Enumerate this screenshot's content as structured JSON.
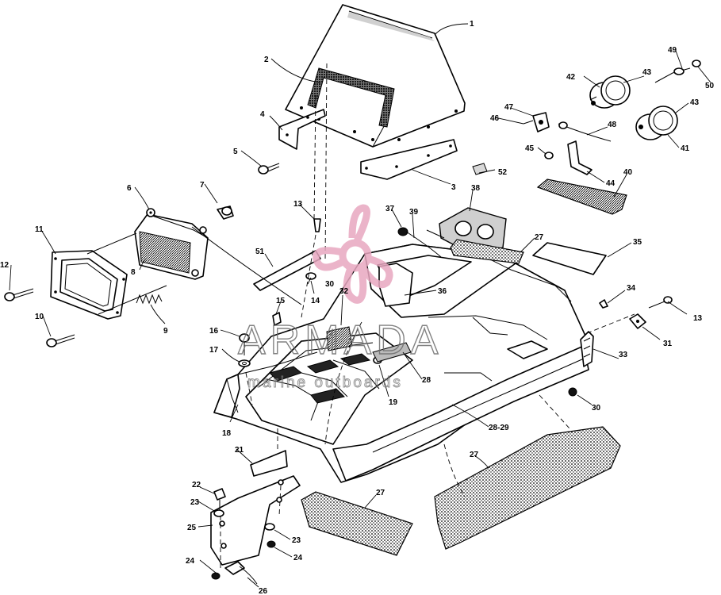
{
  "watermark": {
    "brand": "ARMADA",
    "tagline": "marine outboards",
    "logo_color": "#e8a7c0"
  },
  "callouts": [
    {
      "id": "c1",
      "text": "1"
    },
    {
      "id": "c2",
      "text": "2"
    },
    {
      "id": "c3",
      "text": "3"
    },
    {
      "id": "c4",
      "text": "4"
    },
    {
      "id": "c5",
      "text": "5"
    },
    {
      "id": "c6",
      "text": "6"
    },
    {
      "id": "c7",
      "text": "7"
    },
    {
      "id": "c8",
      "text": "8"
    },
    {
      "id": "c9",
      "text": "9"
    },
    {
      "id": "c10",
      "text": "10"
    },
    {
      "id": "c11",
      "text": "11"
    },
    {
      "id": "c12",
      "text": "12"
    },
    {
      "id": "c13a",
      "text": "13"
    },
    {
      "id": "c13b",
      "text": "13"
    },
    {
      "id": "c14",
      "text": "14"
    },
    {
      "id": "c15",
      "text": "15"
    },
    {
      "id": "c16",
      "text": "16"
    },
    {
      "id": "c17",
      "text": "17"
    },
    {
      "id": "c18",
      "text": "18"
    },
    {
      "id": "c19",
      "text": "19"
    },
    {
      "id": "c21",
      "text": "21"
    },
    {
      "id": "c22",
      "text": "22"
    },
    {
      "id": "c23a",
      "text": "23"
    },
    {
      "id": "c23b",
      "text": "23"
    },
    {
      "id": "c24a",
      "text": "24"
    },
    {
      "id": "c24b",
      "text": "24"
    },
    {
      "id": "c25",
      "text": "25"
    },
    {
      "id": "c26",
      "text": "26"
    },
    {
      "id": "c27a",
      "text": "27"
    },
    {
      "id": "c27b",
      "text": "27"
    },
    {
      "id": "c27c",
      "text": "27"
    },
    {
      "id": "c28",
      "text": "28"
    },
    {
      "id": "c2829",
      "text": "28-29"
    },
    {
      "id": "c30a",
      "text": "30"
    },
    {
      "id": "c30b",
      "text": "30"
    },
    {
      "id": "c31",
      "text": "31"
    },
    {
      "id": "c32",
      "text": "32"
    },
    {
      "id": "c33",
      "text": "33"
    },
    {
      "id": "c34",
      "text": "34"
    },
    {
      "id": "c35",
      "text": "35"
    },
    {
      "id": "c36",
      "text": "36"
    },
    {
      "id": "c37",
      "text": "37"
    },
    {
      "id": "c38",
      "text": "38"
    },
    {
      "id": "c39",
      "text": "39"
    },
    {
      "id": "c40",
      "text": "40"
    },
    {
      "id": "c41",
      "text": "41"
    },
    {
      "id": "c42",
      "text": "42"
    },
    {
      "id": "c43a",
      "text": "43"
    },
    {
      "id": "c43b",
      "text": "43"
    },
    {
      "id": "c44",
      "text": "44"
    },
    {
      "id": "c45",
      "text": "45"
    },
    {
      "id": "c46",
      "text": "46"
    },
    {
      "id": "c47",
      "text": "47"
    },
    {
      "id": "c48",
      "text": "48"
    },
    {
      "id": "c49",
      "text": "49"
    },
    {
      "id": "c50",
      "text": "50"
    },
    {
      "id": "c51",
      "text": "51"
    },
    {
      "id": "c52",
      "text": "52"
    }
  ]
}
